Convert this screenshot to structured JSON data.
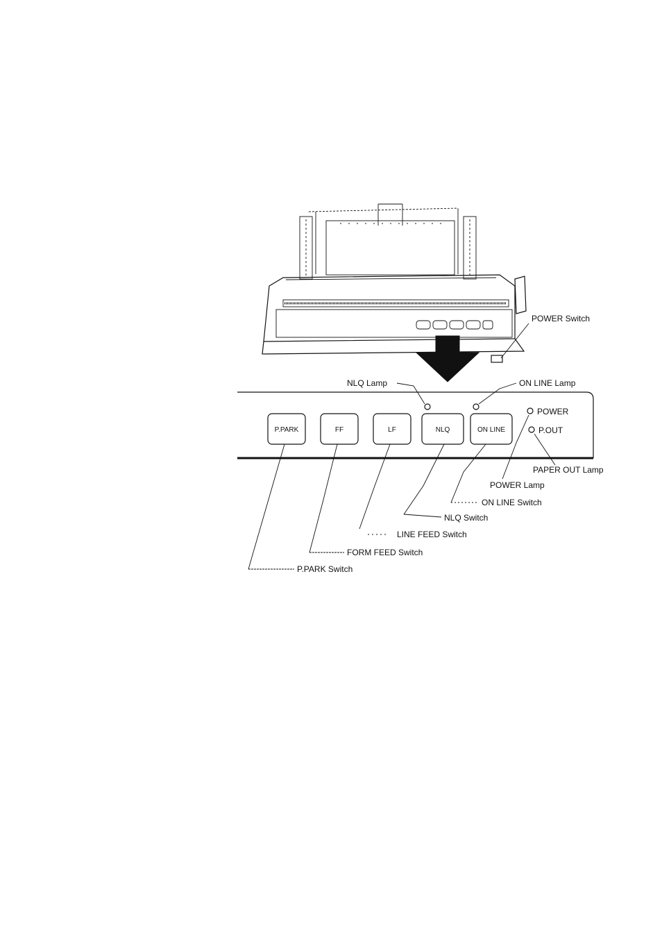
{
  "printer": {
    "power_switch_callout": "POWER Switch"
  },
  "panel": {
    "buttons": [
      {
        "id": "ppark",
        "label": "P.PARK"
      },
      {
        "id": "ff",
        "label": "FF"
      },
      {
        "id": "lf",
        "label": "LF"
      },
      {
        "id": "nlq",
        "label": "NLQ"
      },
      {
        "id": "online",
        "label": "ON LINE"
      }
    ],
    "lamps": [
      {
        "id": "power",
        "label": "POWER"
      },
      {
        "id": "pout",
        "label": "P.OUT"
      }
    ]
  },
  "callouts": {
    "nlq_lamp": "NLQ Lamp",
    "online_lamp": "ON LINE Lamp",
    "paper_out_lamp": "PAPER OUT Lamp",
    "power_lamp": "POWER Lamp",
    "online_switch": "ON LINE Switch",
    "nlq_switch": "NLQ Switch",
    "line_feed_switch": "LINE FEED Switch",
    "form_feed_switch": "FORM FEED Switch",
    "ppark_switch": "P.PARK Switch"
  }
}
